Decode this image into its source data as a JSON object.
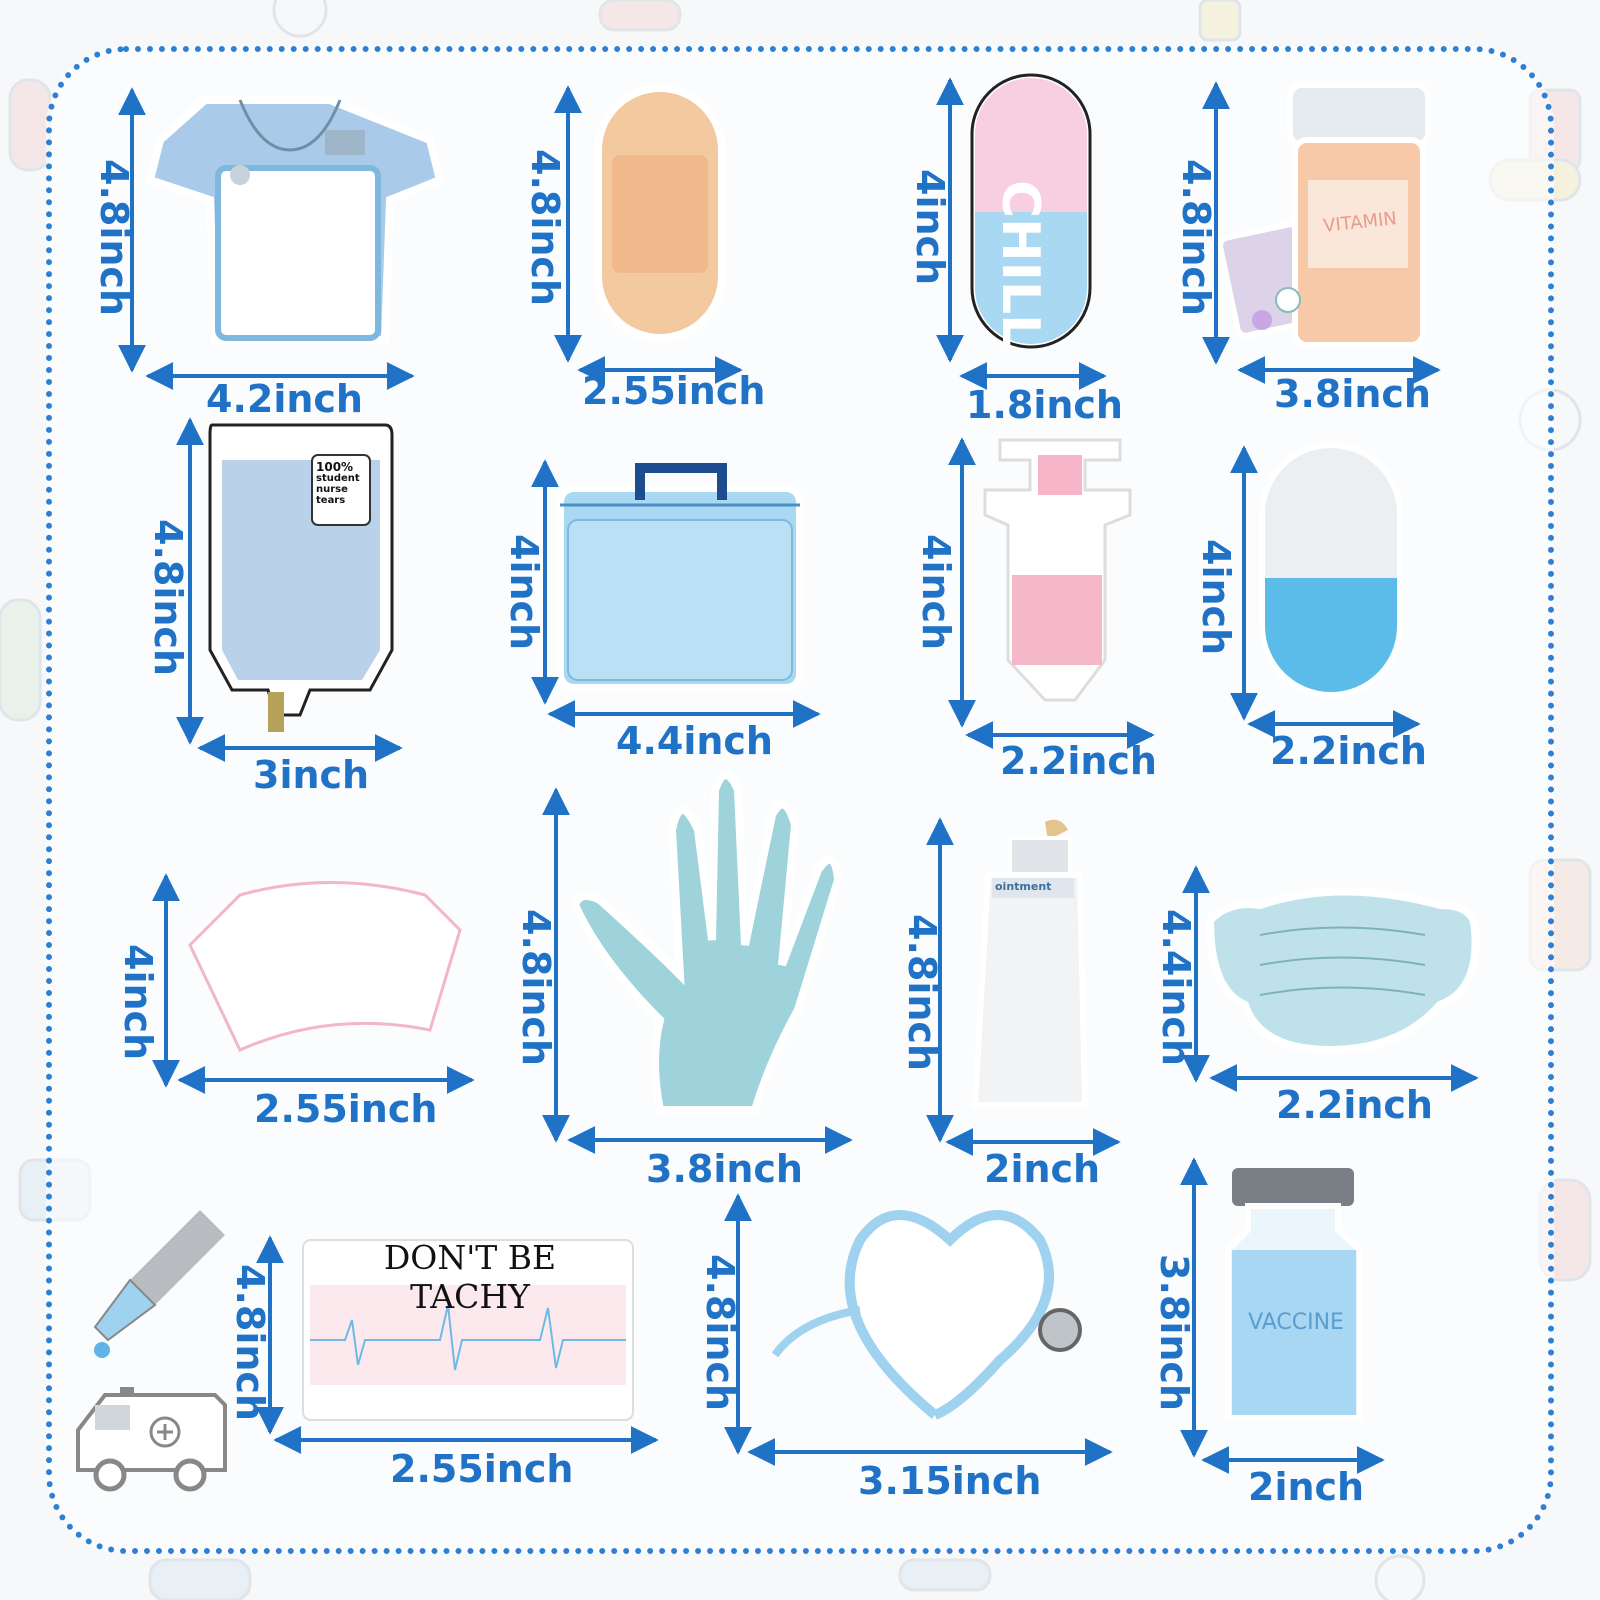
{
  "colors": {
    "accent": "#1f72c6",
    "frame": "#2f7fd3",
    "light_blue": "#aad8f0",
    "pink": "#f5b8c8",
    "skin": "#f3c9a0"
  },
  "items": [
    {
      "name": "scrub-top",
      "width": "4.2inch",
      "height": "4.8inch"
    },
    {
      "name": "bandage",
      "width": "2.55inch",
      "height": "4.8inch"
    },
    {
      "name": "chill-pill",
      "width": "1.8inch",
      "height": "4inch",
      "text": "CHILL"
    },
    {
      "name": "vitamin-jar",
      "width": "3.8inch",
      "height": "4.8inch",
      "text": "VITAMIN"
    },
    {
      "name": "iv-bag",
      "width": "3inch",
      "height": "4.8inch",
      "label": [
        "100%",
        "student",
        "nurse",
        "tears"
      ]
    },
    {
      "name": "medical-bag",
      "width": "4.4inch",
      "height": "4inch"
    },
    {
      "name": "syringe",
      "width": "2.2inch",
      "height": "4inch"
    },
    {
      "name": "capsule",
      "width": "2.2inch",
      "height": "4inch"
    },
    {
      "name": "nurse-cap",
      "width": "2.55inch",
      "height": "4inch"
    },
    {
      "name": "glove",
      "width": "3.8inch",
      "height": "4.8inch"
    },
    {
      "name": "ointment",
      "width": "2inch",
      "height": "4.8inch",
      "text": "ointment"
    },
    {
      "name": "face-mask",
      "width": "2.2inch",
      "height": "4.4inch"
    },
    {
      "name": "ecg-card",
      "width": "2.55inch",
      "height": "4.8inch",
      "text": "DON'T BE TACHY"
    },
    {
      "name": "stethoscope",
      "width": "3.15inch",
      "height": "4.8inch"
    },
    {
      "name": "vaccine",
      "width": "2inch",
      "height": "3.8inch",
      "text": "VACCINE"
    }
  ]
}
